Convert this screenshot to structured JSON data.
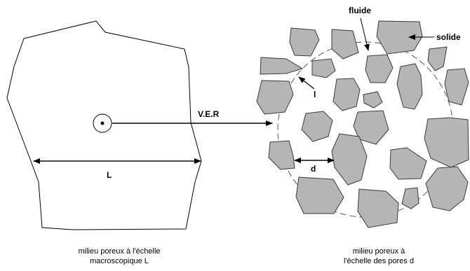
{
  "labels": {
    "fluid": "fluide",
    "solid": "solide",
    "ver": "V.E.R",
    "micro_length": "l",
    "macro_length": "L",
    "pore_size": "d"
  },
  "captions": {
    "macro": [
      "milieu poreux à l'échelle",
      "macroscopique L"
    ],
    "pores": [
      "milieu poreux à",
      "l'échelle des pores d"
    ]
  },
  "colors": {
    "grain_fill": "#b5b5b5",
    "line": "#000000"
  }
}
